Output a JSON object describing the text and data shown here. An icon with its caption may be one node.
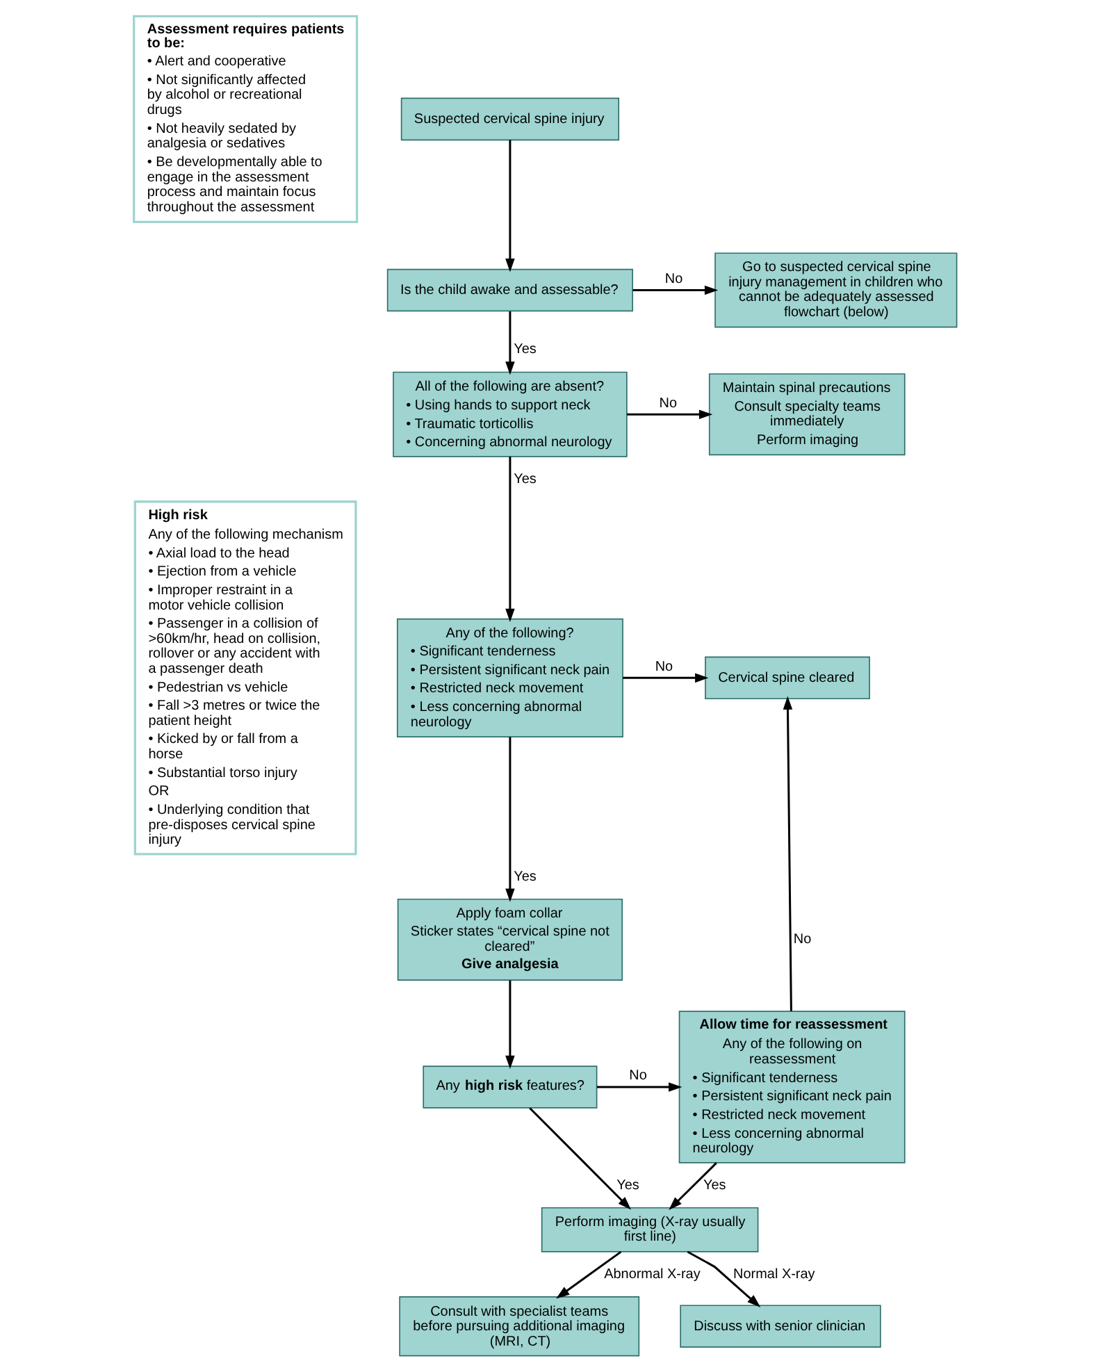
{
  "diagram": {
    "nodes": [
      {
        "text": [
          "Assessment requires patients to be:",
          "• Alert and cooperative",
          "• Not significantly affected by alcohol or recreational drugs",
          "• Not heavily sedated by analgesia or sedatives",
          "• Be developmentally able to engage in the assessment process and maintain focus throughout the assessment"
        ]
      },
      {
        "text": [
          "Suspected cervical spine injury"
        ]
      },
      {
        "text": [
          "Is the child awake and assessable?"
        ]
      },
      {
        "text": [
          "Go to suspected cervical spine injury management in children who cannot be adequately assessed flowchart (below)"
        ]
      },
      {
        "text": [
          "All of the following are absent?",
          "• Using hands to support neck",
          "• Traumatic torticollis",
          "• Concerning abnormal neurology"
        ]
      },
      {
        "text": [
          "Maintain spinal precautions",
          "Consult specialty teams immediately",
          "Perform imaging"
        ]
      },
      {
        "text": [
          "Any of the following?",
          "• Significant tenderness",
          "• Persistent significant neck pain",
          "• Restricted neck movement",
          "• Less concerning abnormal neurology"
        ]
      },
      {
        "text": [
          "Cervical spine cleared"
        ]
      },
      {
        "text": [
          "Apply foam collar",
          "Sticker states “cervical spine not cleared”",
          "Give analgesia"
        ]
      },
      {
        "text": [
          "Any **high risk** features?"
        ]
      },
      {
        "text": [
          "Allow time for reassessment",
          "Any of the following on reassessment",
          "• Significant tenderness",
          "• Persistent significant neck pain",
          "• Restricted neck movement",
          "• Less concerning abnormal neurology"
        ]
      },
      {
        "text": [
          "Perform imaging (X-ray usually first line)"
        ]
      },
      {
        "text": [
          "Consult with specialist teams before pursuing additional imaging (MRI, CT)"
        ]
      },
      {
        "text": [
          "Discuss with senior clinician"
        ]
      },
      {
        "text": [
          "High risk",
          "Any of the following mechanism",
          "• Axial load to the head",
          "• Ejection from a vehicle",
          "• Improper restraint in a motor vehicle collision",
          "• Passenger in a collision of >60km/hr, head on collision, rollover or any accident with a passenger death",
          "• Pedestrian vs vehicle",
          "• Fall >3 metres or twice the patient height",
          "• Kicked by or fall from a horse",
          "• Substantial torso injury",
          "OR",
          "• Underlying condition that pre-disposes cervical spine injury"
        ]
      }
    ],
    "edges": [
      {
        "from": 1,
        "to": 2,
        "arrow": "to"
      },
      {
        "from": 2,
        "to": 3,
        "arrow": "to",
        "label": "No"
      },
      {
        "from": 2,
        "to": 4,
        "arrow": "to",
        "label": "Yes"
      },
      {
        "from": 4,
        "to": 5,
        "arrow": "to",
        "label": "No"
      },
      {
        "from": 4,
        "to": 6,
        "arrow": "to",
        "label": "Yes"
      },
      {
        "from": 6,
        "to": 7,
        "arrow": "to",
        "label": "No"
      },
      {
        "from": 6,
        "to": 8,
        "arrow": "to",
        "label": "Yes"
      },
      {
        "from": 8,
        "to": 9,
        "arrow": "to"
      },
      {
        "from": 9,
        "to": 10,
        "arrow": "to",
        "label": "No"
      },
      {
        "from": 9,
        "to": 11,
        "arrow": "to",
        "label": "Yes"
      },
      {
        "from": 10,
        "to": 7,
        "arrow": "to",
        "label": "No"
      },
      {
        "from": 10,
        "to": 11,
        "arrow": "to",
        "label": "Yes"
      },
      {
        "from": 11,
        "to": 12,
        "arrow": "to",
        "label": "Abnormal X-ray"
      },
      {
        "from": 11,
        "to": 13,
        "arrow": "to",
        "label": "Normal X-ray"
      }
    ]
  }
}
